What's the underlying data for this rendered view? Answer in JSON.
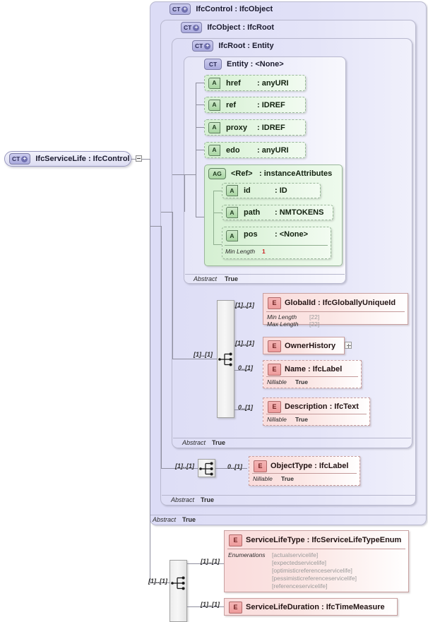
{
  "diagram": {
    "root": {
      "badge": "CT",
      "label": "IfcServiceLife : IfcControl",
      "icon": "complextype-plus-icon"
    },
    "containers": [
      {
        "badge": "CT",
        "label": "IfcControl : IfcObject",
        "abstract_label": "Abstract",
        "abstract_value": "True"
      },
      {
        "badge": "CT",
        "label": "IfcObject : IfcRoot",
        "abstract_label": "Abstract",
        "abstract_value": "True"
      },
      {
        "badge": "CT",
        "label": "IfcRoot   : Entity",
        "abstract_label": "Abstract",
        "abstract_value": "True"
      },
      {
        "badge": "CT",
        "label": "Entity      : <None>",
        "abstract_label": "Abstract",
        "abstract_value": "True"
      }
    ],
    "attributes": [
      {
        "badge": "A",
        "name": "href",
        "type": ": anyURI"
      },
      {
        "badge": "A",
        "name": "ref",
        "type": ": IDREF"
      },
      {
        "badge": "A",
        "name": "proxy",
        "type": ": IDREF"
      },
      {
        "badge": "A",
        "name": "edo",
        "type": ": anyURI"
      }
    ],
    "attribute_group": {
      "badge": "AG",
      "name": "<Ref>",
      "type": ": instanceAttributes",
      "members": [
        {
          "badge": "A",
          "name": "id",
          "type": ": ID"
        },
        {
          "badge": "A",
          "name": "path",
          "type": ": NMTOKENS"
        },
        {
          "badge": "A",
          "name": "pos",
          "type": ": <None>",
          "facet_label": "Min Length",
          "facet_value": "1"
        }
      ]
    },
    "elements": [
      {
        "badge": "E",
        "name": "GlobalId : IfcGloballyUniqueId",
        "cardinality": "[1]..[1]",
        "facets": [
          {
            "label": "Min Length",
            "value": "[22]"
          },
          {
            "label": "Max Length",
            "value": "[22]"
          }
        ]
      },
      {
        "badge": "E",
        "name": "OwnerHistory",
        "cardinality": "[1]..[1]",
        "expandable": "true"
      },
      {
        "badge": "E",
        "name": "Name        : IfcLabel",
        "cardinality": "0..[1]",
        "facets": [
          {
            "label": "Nillable",
            "value": "True"
          }
        ]
      },
      {
        "badge": "E",
        "name": "Description : IfcText",
        "cardinality": "0..[1]",
        "facets": [
          {
            "label": "Nillable",
            "value": "True"
          }
        ]
      },
      {
        "badge": "E",
        "name": "ObjectType : IfcLabel",
        "cardinality": "0..[1]",
        "facets": [
          {
            "label": "Nillable",
            "value": "True"
          }
        ]
      },
      {
        "badge": "E",
        "name": "ServiceLifeType : IfcServiceLifeTypeEnum",
        "cardinality": "[1]..[1]",
        "facets": [
          {
            "label": "Enumerations",
            "value": ""
          }
        ],
        "enumerations": [
          "[actualservicelife]",
          "[expectedservicelife]",
          "[optimisticreferenceservicelife]",
          "[pessimisticreferenceservicelife]",
          "[referenceservicelife]"
        ]
      },
      {
        "badge": "E",
        "name": "ServiceLifeDuration : IfcTimeMeasure",
        "cardinality": "[1]..[1]"
      }
    ],
    "compositors": [
      {
        "icon": "sequence-icon",
        "in_cardinality": "[1]..[1]"
      },
      {
        "icon": "sequence-icon",
        "in_cardinality": "[1]..[1]"
      },
      {
        "icon": "sequence-icon",
        "in_cardinality": "[1]..[1]"
      }
    ]
  }
}
